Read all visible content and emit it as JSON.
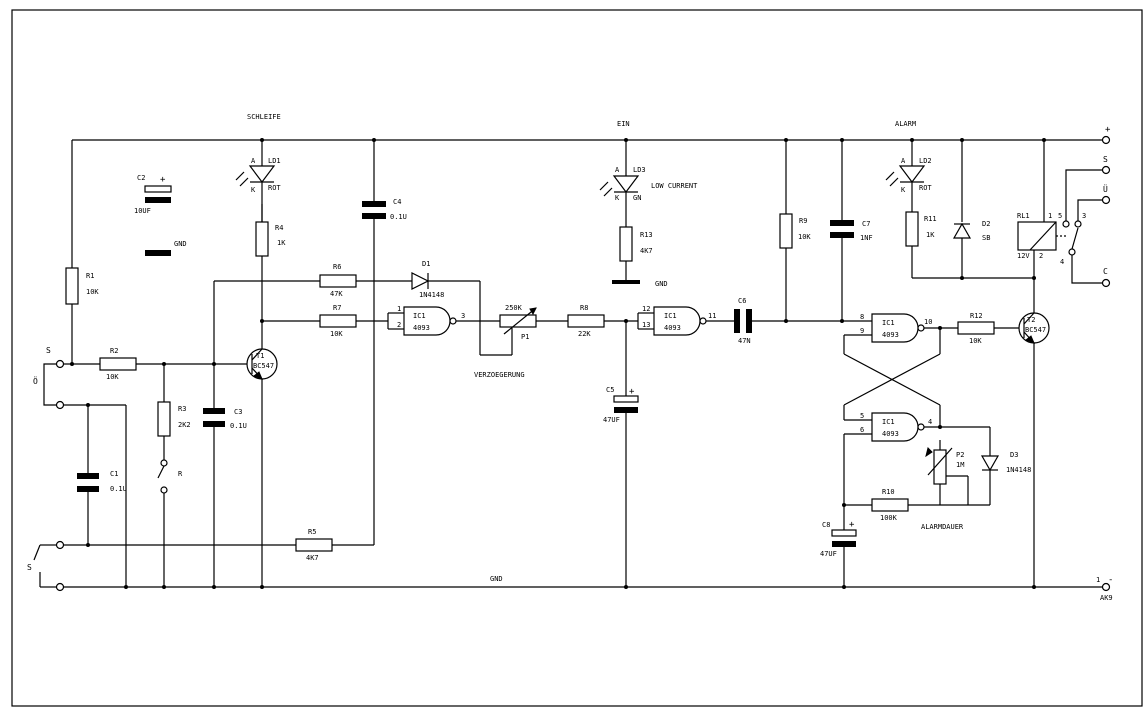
{
  "rails": {
    "plus": "+",
    "minus": "-",
    "gnd": "GND",
    "gnd_num": "1",
    "connector": "AK9"
  },
  "net_labels": {
    "schleife": "SCHLEIFE",
    "ein": "EIN",
    "alarm": "ALARM",
    "low_current": "LOW CURRENT",
    "verzoegerung": "VERZOEGERUNG",
    "alarmdauer": "ALARMDAUER"
  },
  "left_terminals": {
    "s": "S",
    "oe": "Ö",
    "r": "R",
    "s_bottom": "S"
  },
  "right_terminals": {
    "s": "S",
    "ue": "Ü",
    "c": "C"
  },
  "resistors": {
    "r1": {
      "name": "R1",
      "value": "10K"
    },
    "r2": {
      "name": "R2",
      "value": "10K"
    },
    "r3": {
      "name": "R3",
      "value": "2K2"
    },
    "r4": {
      "name": "R4",
      "value": "1K"
    },
    "r5": {
      "name": "R5",
      "value": "4K7"
    },
    "r6": {
      "name": "R6",
      "value": "47K"
    },
    "r7": {
      "name": "R7",
      "value": "10K"
    },
    "r8": {
      "name": "R8",
      "value": "22K"
    },
    "r9": {
      "name": "R9",
      "value": "10K"
    },
    "r10": {
      "name": "R10",
      "value": "100K"
    },
    "r11": {
      "name": "R11",
      "value": "1K"
    },
    "r12": {
      "name": "R12",
      "value": "10K"
    },
    "r13": {
      "name": "R13",
      "value": "4K7"
    }
  },
  "capacitors": {
    "c1": {
      "name": "C1",
      "value": "0.1U"
    },
    "c2": {
      "name": "C2",
      "value": "10UF"
    },
    "c3": {
      "name": "C3",
      "value": "0.1U"
    },
    "c4": {
      "name": "C4",
      "value": "0.1U"
    },
    "c5": {
      "name": "C5",
      "value": "47UF"
    },
    "c6": {
      "name": "C6",
      "value": "47N"
    },
    "c7": {
      "name": "C7",
      "value": "1NF"
    },
    "c8": {
      "name": "C8",
      "value": "47UF"
    }
  },
  "diodes": {
    "d1": {
      "name": "D1",
      "value": "1N4148"
    },
    "d2": {
      "name": "D2",
      "value": "SB"
    },
    "d3": {
      "name": "D3",
      "value": "1N4148"
    }
  },
  "leds": {
    "ld1": {
      "name": "LD1",
      "value": "ROT"
    },
    "ld2": {
      "name": "LD2",
      "value": "ROT"
    },
    "ld3": {
      "name": "LD3",
      "value": "GN"
    },
    "anode": "A",
    "cathode": "K"
  },
  "transistors": {
    "t1": {
      "name": "T1",
      "value": "BC547"
    },
    "t2": {
      "name": "T2",
      "value": "BC547"
    }
  },
  "pots": {
    "p1": {
      "name": "P1",
      "value": "250K"
    },
    "p2": {
      "name": "P2",
      "value": "1M"
    }
  },
  "ic": {
    "name": "IC1",
    "type": "4093"
  },
  "ic_pins": {
    "g1_in1": "1",
    "g1_in2": "2",
    "g1_out": "3",
    "g2_in1": "12",
    "g2_in2": "13",
    "g2_out": "11",
    "g3_in1": "8",
    "g3_in2": "9",
    "g3_out": "10",
    "g4_in1": "5",
    "g4_in2": "6",
    "g4_out": "4"
  },
  "relay": {
    "name": "RL1",
    "voltage": "12V",
    "pin1": "1",
    "pin2": "2",
    "pin3": "3",
    "pin4": "4",
    "pin5": "5"
  },
  "c2_gnd": "GND",
  "r13_gnd": "GND",
  "polarity_plus": "+"
}
